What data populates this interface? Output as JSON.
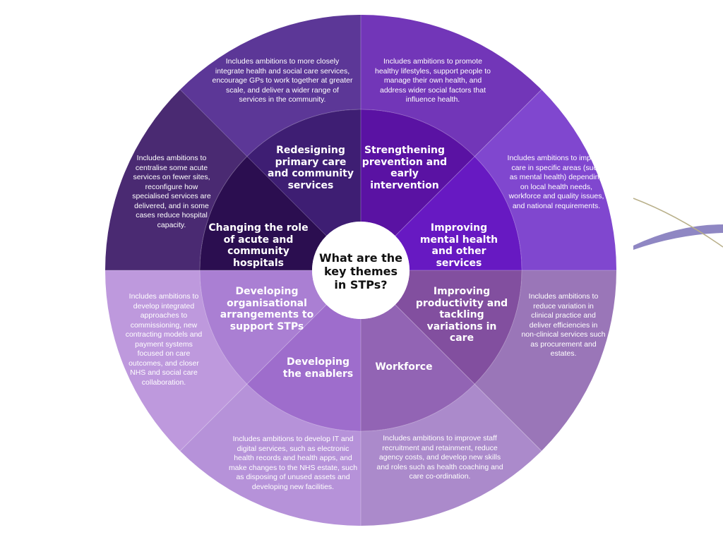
{
  "center": {
    "text": "What are the key themes in STPs?"
  },
  "themes": [
    {
      "title": "Redesigning primary care and community services",
      "description": "Includes ambitions to more closely integrate health and social care services, encourage GPs to work together at greater scale, and deliver a wider range of services in the community.",
      "outer_color": "#5c3797",
      "inner_color": "#3e1e73"
    },
    {
      "title": "Strengthening prevention and early intervention",
      "description": "Includes ambitions to promote healthy lifestyles, support people to manage their own health, and address wider social factors that influence health.",
      "outer_color": "#7236b8",
      "inner_color": "#5a12a3"
    },
    {
      "title": "Improving mental health and other services",
      "description": "Includes ambitions to improve care in specific areas (such as mental health) depending on local health needs, workforce and quality issues, and national requirements.",
      "outer_color": "#8047cf",
      "inner_color": "#6719c2"
    },
    {
      "title": "Improving productivity and tackling variations in care",
      "description": "Includes ambitions to reduce variation in clinical practice and deliver efficiencies in non-clinical services such as procurement and estates.",
      "outer_color": "#9a76b8",
      "inner_color": "#824f9f"
    },
    {
      "title": "Workforce",
      "description": "Includes ambitions to improve staff recruitment and retainment, reduce agency costs, and develop new skills and roles such as health coaching and care co-ordination.",
      "outer_color": "#ab8acb",
      "inner_color": "#9264b4"
    },
    {
      "title": "Developing the enablers",
      "description": "Includes ambitions to develop IT and digital services, such as electronic health records and health apps, and make changes to the NHS estate, such as disposing of unused assets and developing new facilities.",
      "outer_color": "#b692d9",
      "inner_color": "#9e6dcc"
    },
    {
      "title": "Developing organisational arrangements to support STPs",
      "description": "Includes ambitions to develop integrated approaches to commissioning, new contracting models and payment systems focused on care outcomes, and closer NHS and social care collaboration.",
      "outer_color": "#be99dd",
      "inner_color": "#aa7fd3"
    },
    {
      "title": "Changing the role of acute and community hospitals",
      "description": "Includes ambitions to centralise some acute services on fewer sites, reconfigure how specialised services are delivered, and in some cases reduce hospital capacity.",
      "outer_color": "#4a2a72",
      "inner_color": "#2b0e50"
    }
  ]
}
